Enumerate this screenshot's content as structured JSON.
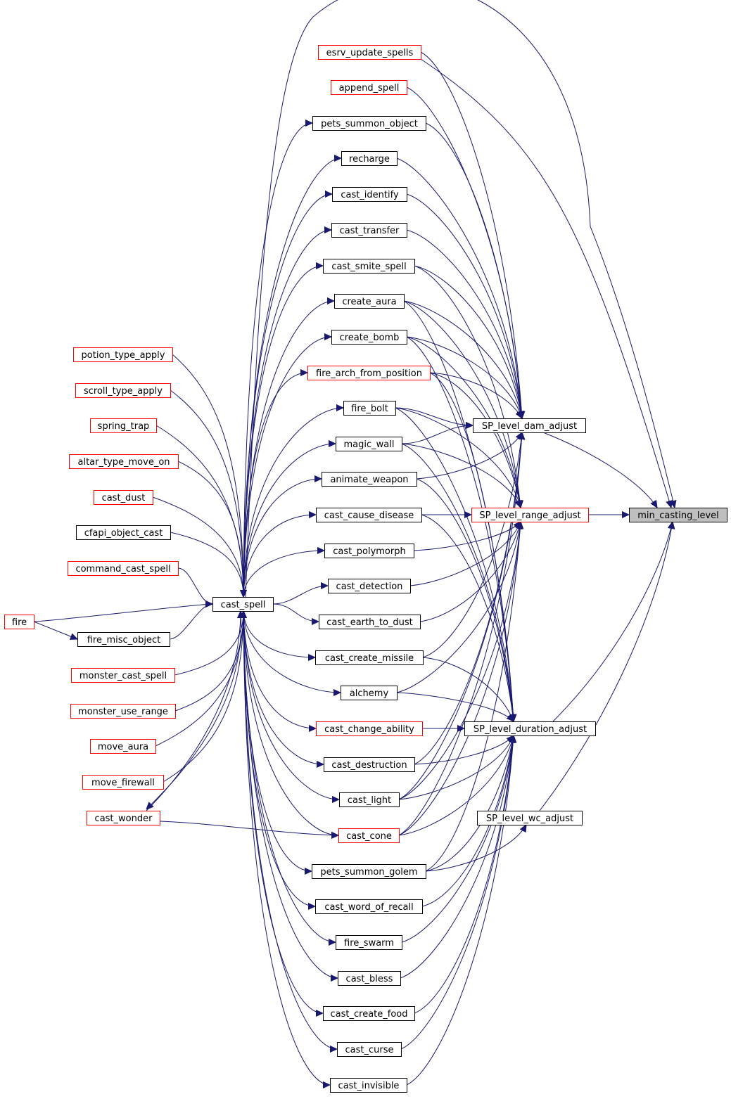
{
  "colors": {
    "edge": "#191970",
    "border_black": "#000000",
    "border_red": "#ff0000",
    "focus_fill": "#bfbfbf",
    "node_fill": "#ffffff"
  },
  "nodes": [
    {
      "id": "min_casting_level",
      "label": "min_casting_level",
      "style": "focus"
    },
    {
      "id": "SP_level_dam_adjust",
      "label": "SP_level_dam_adjust",
      "style": "black"
    },
    {
      "id": "SP_level_range_adjust",
      "label": "SP_level_range_adjust",
      "style": "red"
    },
    {
      "id": "SP_level_duration_adjust",
      "label": "SP_level_duration_adjust",
      "style": "black"
    },
    {
      "id": "SP_level_wc_adjust",
      "label": "SP_level_wc_adjust",
      "style": "black"
    },
    {
      "id": "esrv_update_spells",
      "label": "esrv_update_spells",
      "style": "red"
    },
    {
      "id": "append_spell",
      "label": "append_spell",
      "style": "red"
    },
    {
      "id": "pets_summon_object",
      "label": "pets_summon_object",
      "style": "black"
    },
    {
      "id": "recharge",
      "label": "recharge",
      "style": "black"
    },
    {
      "id": "cast_identify",
      "label": "cast_identify",
      "style": "black"
    },
    {
      "id": "cast_transfer",
      "label": "cast_transfer",
      "style": "black"
    },
    {
      "id": "cast_smite_spell",
      "label": "cast_smite_spell",
      "style": "black"
    },
    {
      "id": "create_aura",
      "label": "create_aura",
      "style": "black"
    },
    {
      "id": "create_bomb",
      "label": "create_bomb",
      "style": "black"
    },
    {
      "id": "fire_arch_from_position",
      "label": "fire_arch_from_position",
      "style": "red"
    },
    {
      "id": "fire_bolt",
      "label": "fire_bolt",
      "style": "black"
    },
    {
      "id": "magic_wall",
      "label": "magic_wall",
      "style": "black"
    },
    {
      "id": "animate_weapon",
      "label": "animate_weapon",
      "style": "black"
    },
    {
      "id": "cast_cause_disease",
      "label": "cast_cause_disease",
      "style": "black"
    },
    {
      "id": "cast_polymorph",
      "label": "cast_polymorph",
      "style": "black"
    },
    {
      "id": "cast_detection",
      "label": "cast_detection",
      "style": "black"
    },
    {
      "id": "cast_earth_to_dust",
      "label": "cast_earth_to_dust",
      "style": "black"
    },
    {
      "id": "cast_create_missile",
      "label": "cast_create_missile",
      "style": "black"
    },
    {
      "id": "alchemy",
      "label": "alchemy",
      "style": "black"
    },
    {
      "id": "cast_change_ability",
      "label": "cast_change_ability",
      "style": "red"
    },
    {
      "id": "cast_destruction",
      "label": "cast_destruction",
      "style": "black"
    },
    {
      "id": "cast_light",
      "label": "cast_light",
      "style": "black"
    },
    {
      "id": "cast_cone",
      "label": "cast_cone",
      "style": "red"
    },
    {
      "id": "pets_summon_golem",
      "label": "pets_summon_golem",
      "style": "black"
    },
    {
      "id": "cast_word_of_recall",
      "label": "cast_word_of_recall",
      "style": "black"
    },
    {
      "id": "fire_swarm",
      "label": "fire_swarm",
      "style": "black"
    },
    {
      "id": "cast_bless",
      "label": "cast_bless",
      "style": "black"
    },
    {
      "id": "cast_create_food",
      "label": "cast_create_food",
      "style": "black"
    },
    {
      "id": "cast_curse",
      "label": "cast_curse",
      "style": "black"
    },
    {
      "id": "cast_invisible",
      "label": "cast_invisible",
      "style": "black"
    },
    {
      "id": "cast_spell",
      "label": "cast_spell",
      "style": "black"
    },
    {
      "id": "potion_type_apply",
      "label": "potion_type_apply",
      "style": "red"
    },
    {
      "id": "scroll_type_apply",
      "label": "scroll_type_apply",
      "style": "red"
    },
    {
      "id": "spring_trap",
      "label": "spring_trap",
      "style": "red"
    },
    {
      "id": "altar_type_move_on",
      "label": "altar_type_move_on",
      "style": "red"
    },
    {
      "id": "cast_dust",
      "label": "cast_dust",
      "style": "red"
    },
    {
      "id": "cfapi_object_cast",
      "label": "cfapi_object_cast",
      "style": "black"
    },
    {
      "id": "command_cast_spell",
      "label": "command_cast_spell",
      "style": "red"
    },
    {
      "id": "fire",
      "label": "fire",
      "style": "red"
    },
    {
      "id": "fire_misc_object",
      "label": "fire_misc_object",
      "style": "black"
    },
    {
      "id": "monster_cast_spell",
      "label": "monster_cast_spell",
      "style": "red"
    },
    {
      "id": "monster_use_range",
      "label": "monster_use_range",
      "style": "red"
    },
    {
      "id": "move_aura",
      "label": "move_aura",
      "style": "red"
    },
    {
      "id": "move_firewall",
      "label": "move_firewall",
      "style": "red"
    },
    {
      "id": "cast_wonder",
      "label": "cast_wonder",
      "style": "red"
    }
  ],
  "edges": [
    [
      "SP_level_dam_adjust",
      "min_casting_level"
    ],
    [
      "SP_level_range_adjust",
      "min_casting_level"
    ],
    [
      "SP_level_duration_adjust",
      "min_casting_level"
    ],
    [
      "SP_level_wc_adjust",
      "min_casting_level"
    ],
    [
      "esrv_update_spells",
      "min_casting_level"
    ],
    [
      "cast_spell",
      "min_casting_level"
    ],
    [
      "esrv_update_spells",
      "SP_level_dam_adjust"
    ],
    [
      "append_spell",
      "SP_level_dam_adjust"
    ],
    [
      "pets_summon_object",
      "SP_level_dam_adjust"
    ],
    [
      "recharge",
      "SP_level_dam_adjust"
    ],
    [
      "cast_identify",
      "SP_level_dam_adjust"
    ],
    [
      "cast_transfer",
      "SP_level_dam_adjust"
    ],
    [
      "cast_smite_spell",
      "SP_level_dam_adjust"
    ],
    [
      "create_aura",
      "SP_level_dam_adjust"
    ],
    [
      "create_bomb",
      "SP_level_dam_adjust"
    ],
    [
      "fire_arch_from_position",
      "SP_level_dam_adjust"
    ],
    [
      "fire_bolt",
      "SP_level_dam_adjust"
    ],
    [
      "magic_wall",
      "SP_level_dam_adjust"
    ],
    [
      "animate_weapon",
      "SP_level_dam_adjust"
    ],
    [
      "cast_light",
      "SP_level_dam_adjust"
    ],
    [
      "cast_cone",
      "SP_level_dam_adjust"
    ],
    [
      "cast_destruction",
      "SP_level_dam_adjust"
    ],
    [
      "cast_create_missile",
      "SP_level_dam_adjust"
    ],
    [
      "cast_smite_spell",
      "SP_level_range_adjust"
    ],
    [
      "create_aura",
      "SP_level_range_adjust"
    ],
    [
      "create_bomb",
      "SP_level_range_adjust"
    ],
    [
      "fire_arch_from_position",
      "SP_level_range_adjust"
    ],
    [
      "fire_bolt",
      "SP_level_range_adjust"
    ],
    [
      "magic_wall",
      "SP_level_range_adjust"
    ],
    [
      "cast_cause_disease",
      "SP_level_range_adjust"
    ],
    [
      "cast_polymorph",
      "SP_level_range_adjust"
    ],
    [
      "cast_detection",
      "SP_level_range_adjust"
    ],
    [
      "cast_earth_to_dust",
      "SP_level_range_adjust"
    ],
    [
      "cast_light",
      "SP_level_range_adjust"
    ],
    [
      "cast_cone",
      "SP_level_range_adjust"
    ],
    [
      "pets_summon_golem",
      "SP_level_range_adjust"
    ],
    [
      "alchemy",
      "SP_level_range_adjust"
    ],
    [
      "fire_arch_from_position",
      "SP_level_duration_adjust"
    ],
    [
      "create_aura",
      "SP_level_duration_adjust"
    ],
    [
      "create_bomb",
      "SP_level_duration_adjust"
    ],
    [
      "fire_bolt",
      "SP_level_duration_adjust"
    ],
    [
      "magic_wall",
      "SP_level_duration_adjust"
    ],
    [
      "animate_weapon",
      "SP_level_duration_adjust"
    ],
    [
      "cast_cause_disease",
      "SP_level_duration_adjust"
    ],
    [
      "cast_create_missile",
      "SP_level_duration_adjust"
    ],
    [
      "alchemy",
      "SP_level_duration_adjust"
    ],
    [
      "cast_change_ability",
      "SP_level_duration_adjust"
    ],
    [
      "cast_destruction",
      "SP_level_duration_adjust"
    ],
    [
      "cast_light",
      "SP_level_duration_adjust"
    ],
    [
      "cast_cone",
      "SP_level_duration_adjust"
    ],
    [
      "pets_summon_golem",
      "SP_level_duration_adjust"
    ],
    [
      "cast_word_of_recall",
      "SP_level_duration_adjust"
    ],
    [
      "fire_swarm",
      "SP_level_duration_adjust"
    ],
    [
      "cast_bless",
      "SP_level_duration_adjust"
    ],
    [
      "cast_create_food",
      "SP_level_duration_adjust"
    ],
    [
      "cast_curse",
      "SP_level_duration_adjust"
    ],
    [
      "cast_invisible",
      "SP_level_duration_adjust"
    ],
    [
      "pets_summon_golem",
      "SP_level_wc_adjust"
    ],
    [
      "cast_spell",
      "pets_summon_object"
    ],
    [
      "cast_spell",
      "recharge"
    ],
    [
      "cast_spell",
      "cast_identify"
    ],
    [
      "cast_spell",
      "cast_transfer"
    ],
    [
      "cast_spell",
      "cast_smite_spell"
    ],
    [
      "cast_spell",
      "create_aura"
    ],
    [
      "cast_spell",
      "create_bomb"
    ],
    [
      "cast_spell",
      "fire_arch_from_position"
    ],
    [
      "cast_spell",
      "fire_bolt"
    ],
    [
      "cast_spell",
      "magic_wall"
    ],
    [
      "cast_spell",
      "animate_weapon"
    ],
    [
      "cast_spell",
      "cast_cause_disease"
    ],
    [
      "cast_spell",
      "cast_polymorph"
    ],
    [
      "cast_spell",
      "cast_detection"
    ],
    [
      "cast_spell",
      "cast_earth_to_dust"
    ],
    [
      "cast_spell",
      "cast_create_missile"
    ],
    [
      "cast_spell",
      "alchemy"
    ],
    [
      "cast_spell",
      "cast_change_ability"
    ],
    [
      "cast_spell",
      "cast_destruction"
    ],
    [
      "cast_spell",
      "cast_light"
    ],
    [
      "cast_spell",
      "cast_cone"
    ],
    [
      "cast_spell",
      "pets_summon_golem"
    ],
    [
      "cast_spell",
      "cast_word_of_recall"
    ],
    [
      "cast_spell",
      "fire_swarm"
    ],
    [
      "cast_spell",
      "cast_bless"
    ],
    [
      "cast_spell",
      "cast_create_food"
    ],
    [
      "cast_spell",
      "cast_curse"
    ],
    [
      "cast_spell",
      "cast_invisible"
    ],
    [
      "cast_wonder",
      "cast_cone"
    ],
    [
      "potion_type_apply",
      "cast_spell"
    ],
    [
      "scroll_type_apply",
      "cast_spell"
    ],
    [
      "spring_trap",
      "cast_spell"
    ],
    [
      "altar_type_move_on",
      "cast_spell"
    ],
    [
      "cast_dust",
      "cast_spell"
    ],
    [
      "cfapi_object_cast",
      "cast_spell"
    ],
    [
      "command_cast_spell",
      "cast_spell"
    ],
    [
      "fire",
      "cast_spell"
    ],
    [
      "fire",
      "fire_misc_object"
    ],
    [
      "fire_misc_object",
      "cast_spell"
    ],
    [
      "monster_cast_spell",
      "cast_spell"
    ],
    [
      "monster_use_range",
      "cast_spell"
    ],
    [
      "move_aura",
      "cast_spell"
    ],
    [
      "move_firewall",
      "cast_spell"
    ],
    [
      "cast_wonder",
      "cast_spell"
    ],
    [
      "cast_spell",
      "cast_wonder"
    ]
  ]
}
